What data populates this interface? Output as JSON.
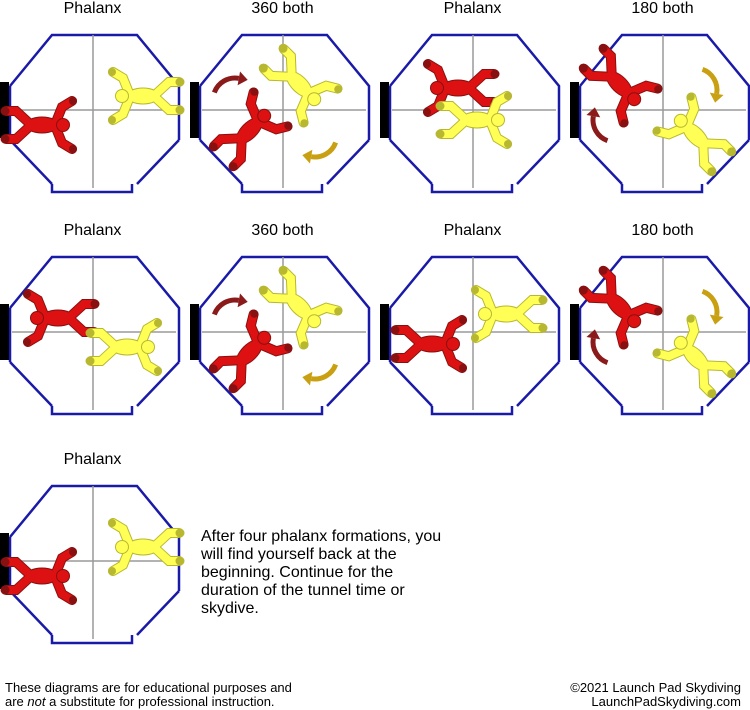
{
  "panels": [
    {
      "title": "Phalanx",
      "move": "phalanx-a"
    },
    {
      "title": "360 both",
      "move": "turn-360"
    },
    {
      "title": "Phalanx",
      "move": "phalanx-b"
    },
    {
      "title": "180 both",
      "move": "turn-180"
    },
    {
      "title": "Phalanx",
      "move": "phalanx-c"
    },
    {
      "title": "360 both",
      "move": "turn-360"
    },
    {
      "title": "Phalanx",
      "move": "phalanx-d"
    },
    {
      "title": "180 both",
      "move": "turn-180"
    },
    {
      "title": "Phalanx",
      "move": "phalanx-a"
    }
  ],
  "note": "After four phalanx formations, you will find yourself back at the beginning. Continue for the duration of the tunnel time or skydive.",
  "footer": {
    "disclaimer_line1": "These diagrams are for educational purposes and",
    "disclaimer_pre": "are ",
    "disclaimer_em": "not",
    "disclaimer_post": " a substitute for professional instruction.",
    "copyright_line1": "©2021 Launch Pad Skydiving",
    "copyright_line2": "LaunchPadSkydiving.com"
  },
  "colors": {
    "wall": "#1a1aa8",
    "grid": "#9a9a9a",
    "door": "#000000",
    "red_flyer": "#dd1111",
    "yellow_flyer": "#ffff55",
    "red_arrow": "#8b1a1a",
    "yellow_arrow": "#c9a012"
  }
}
